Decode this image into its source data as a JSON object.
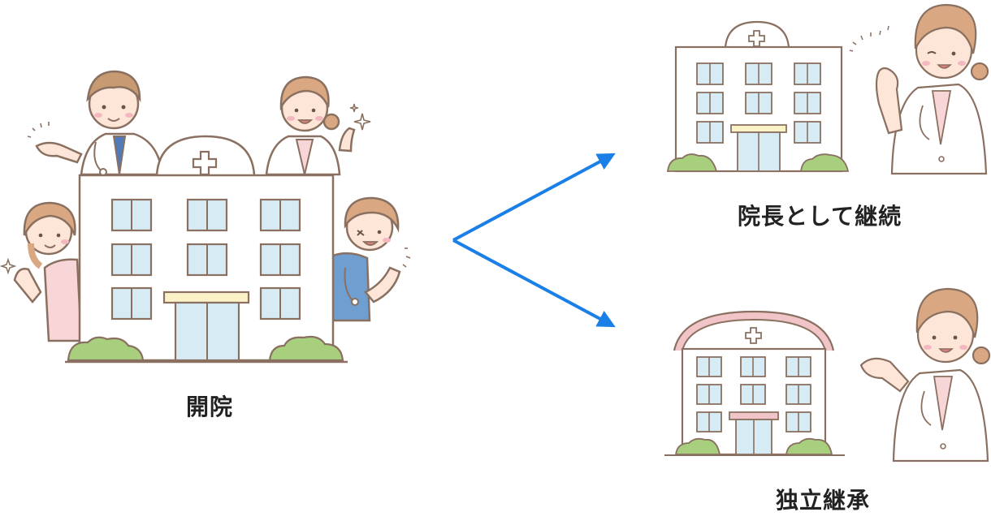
{
  "labels": {
    "open": "開院",
    "continue_as_director": "院長として継続",
    "independent_succession": "独立継承"
  },
  "colors": {
    "outline": "#8a7060",
    "wall": "#ffffff",
    "window": "#d6ebf3",
    "window_frame": "#8a7060",
    "awning": "#fbf2c8",
    "bush": "#a7cf7e",
    "arrow": "#1a7fe6",
    "dome_pink": "#f1c5c8",
    "skin": "#fde5d7",
    "hair_brown": "#d9a882",
    "scrub_blue": "#6f9ed0",
    "nurse_pink": "#f8d6d8",
    "text": "#222222"
  },
  "icons": {
    "arrows": "branch-arrows",
    "hospital": "hospital-building-icon",
    "cross": "medical-cross-icon"
  }
}
